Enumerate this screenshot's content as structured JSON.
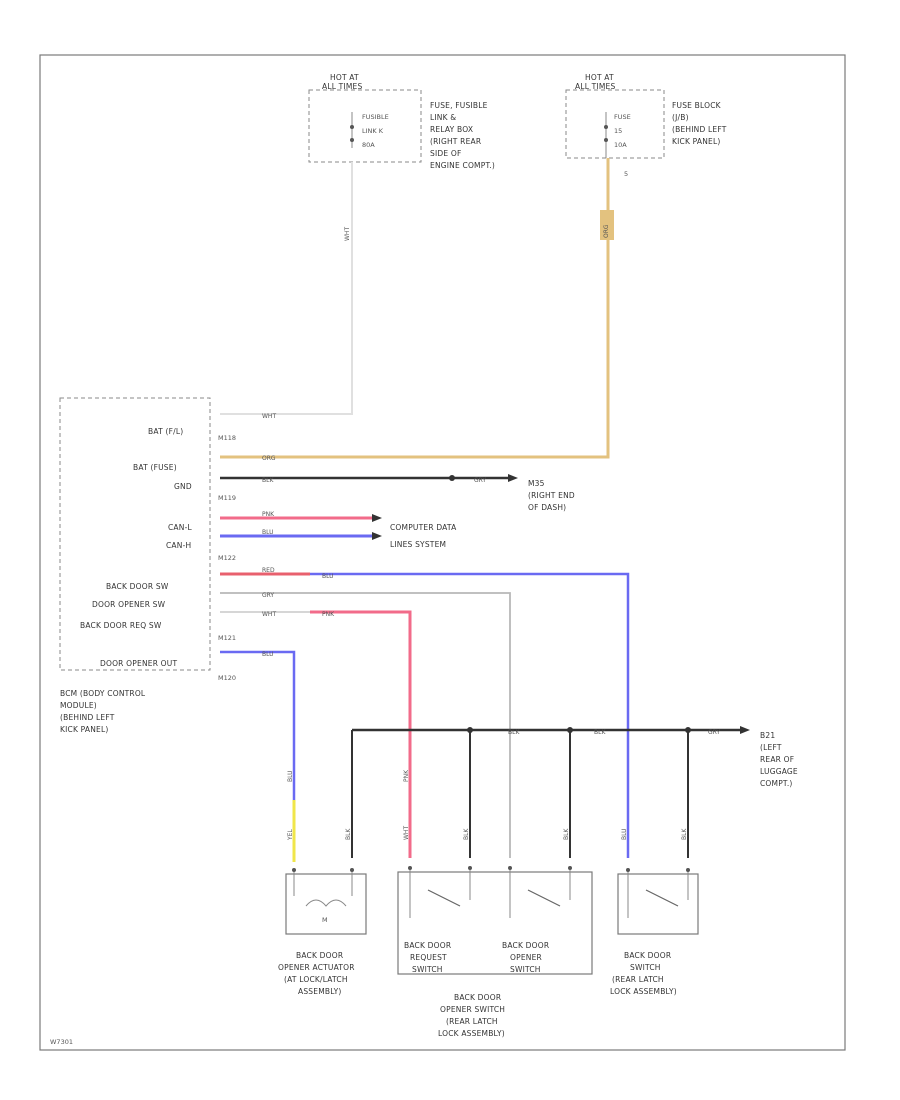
{
  "frame_id": "W7301",
  "power": {
    "hot1": {
      "line1": "HOT AT",
      "line2": "ALL TIMES"
    },
    "hot2": {
      "line1": "HOT AT",
      "line2": "ALL TIMES"
    },
    "fusible_link": [
      "FUSIBLE",
      "LINK K",
      "80A"
    ],
    "fusible_desc": [
      "FUSE, FUSIBLE",
      "LINK &",
      "RELAY BOX",
      "(RIGHT REAR",
      "SIDE OF",
      "ENGINE COMPT.)"
    ],
    "fuse": [
      "FUSE",
      "15",
      "10A"
    ],
    "fuse_desc": [
      "FUSE BLOCK",
      "(J/B)",
      "(BEHIND LEFT",
      "KICK PANEL)"
    ],
    "fuse_pin": "5"
  },
  "bcm": {
    "pins": [
      "BAT (F/L)",
      "BAT (FUSE)",
      "GND",
      "CAN-L",
      "CAN-H",
      "BACK DOOR SW",
      "DOOR OPENER SW",
      "BACK DOOR REQ SW",
      "DOOR OPENER OUT"
    ],
    "connectors": [
      "M118",
      "M119",
      "M122",
      "M121",
      "M120"
    ],
    "name": [
      "BCM (BODY CONTROL",
      "MODULE)",
      "(BEHIND LEFT",
      "KICK PANEL)"
    ]
  },
  "wires": {
    "bat_fl": "WHT",
    "bat_fuse": "ORG",
    "gnd": "BLK",
    "gnd2": "GRY",
    "can_l": "PNK",
    "can_h": "BLU",
    "back_door_sw": "RED",
    "back_door_sw2": "BLU",
    "opener_sw": "GRY",
    "req_sw": "WHT",
    "req_sw2": "PNK",
    "opener_out": "BLU",
    "actuator_top": "BLU",
    "actuator_bottom": "YEL",
    "fusible_wire": "WHT",
    "fuse_wire": "ORG",
    "ground_bus": "BLK",
    "ground_bus2": "BLK",
    "ground_bus3": "GRY",
    "req_switch_wire": "PNK",
    "req_switch_wire2": "WHT",
    "switch_blk": "BLK"
  },
  "grounds": {
    "g1": [
      "M35",
      "(RIGHT END",
      "OF DASH)"
    ],
    "g2": [
      "B21",
      "(LEFT",
      "REAR OF",
      "LUGGAGE",
      "COMPT.)"
    ]
  },
  "data_lines": [
    "COMPUTER DATA",
    "LINES SYSTEM"
  ],
  "components": {
    "actuator": [
      "BACK DOOR",
      "OPENER ACTUATOR",
      "(AT LOCK/LATCH",
      "ASSEMBLY)"
    ],
    "req_switch": [
      "BACK DOOR",
      "REQUEST",
      "SWITCH"
    ],
    "opener_switch": [
      "BACK DOOR",
      "OPENER",
      "SWITCH"
    ],
    "opener_group": [
      "BACK DOOR",
      "OPENER SWITCH",
      "(REAR LATCH",
      "LOCK ASSEMBLY)"
    ],
    "door_switch": [
      "BACK DOOR",
      "SWITCH",
      "(REAR LATCH",
      "LOCK ASSEMBLY)"
    ],
    "motor_symbol": "M"
  },
  "colors": {
    "white": "#e6e6e6",
    "orange": "#e3c27f",
    "black": "#333333",
    "pink": "#f26b8a",
    "blue": "#6a6af2",
    "gray": "#b8b8b8",
    "yellow": "#f0e64a",
    "red": "#e8606e"
  }
}
